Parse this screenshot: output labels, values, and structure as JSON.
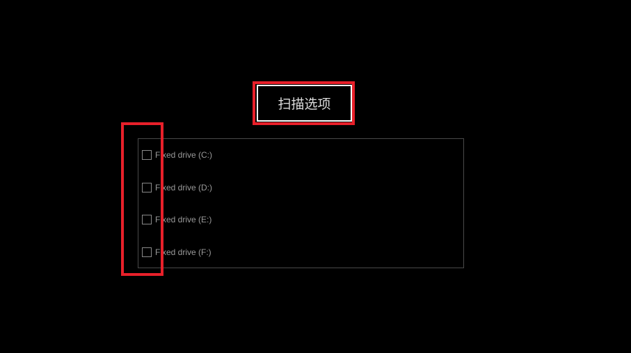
{
  "title": "扫描选项",
  "drives": [
    {
      "label": "Fixed drive (C:)",
      "checked": false
    },
    {
      "label": "Fixed drive (D:)",
      "checked": false
    },
    {
      "label": "Fixed drive (E:)",
      "checked": false
    },
    {
      "label": "Fixed drive (F:)",
      "checked": false
    }
  ],
  "highlight_color": "#e8202a"
}
